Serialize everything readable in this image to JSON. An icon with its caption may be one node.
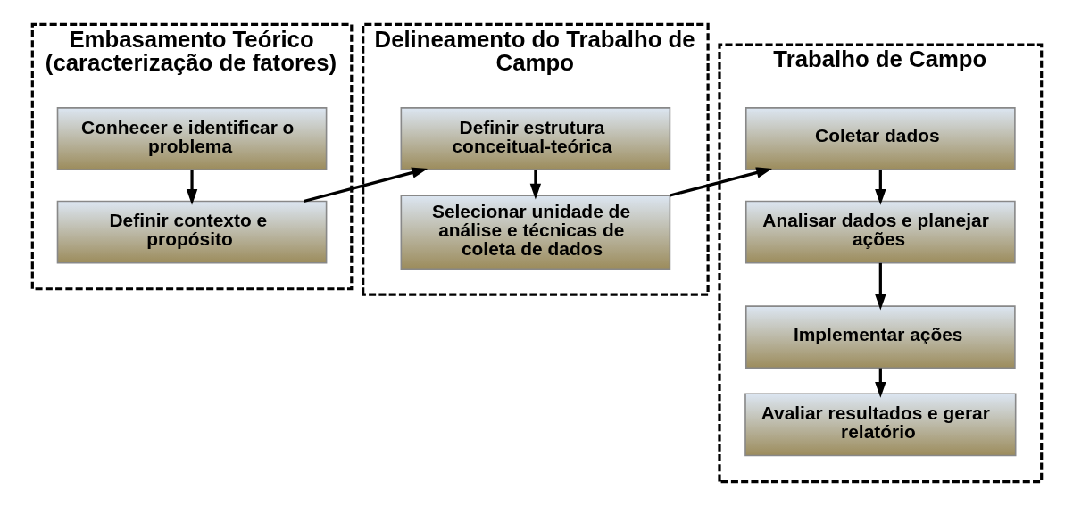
{
  "diagram": {
    "nodes": [
      {
        "text": [
          "Embasamento Teórico (caracterização de fatores)"
        ]
      },
      {
        "text": [
          "Conhecer e identificar o problema"
        ],
        "in": 0
      },
      {
        "text": [
          "Definir contexto e propósito"
        ],
        "in": 0
      },
      {
        "text": [
          "Delineamento do Trabalho de Campo"
        ]
      },
      {
        "text": [
          "Definir estrutura conceitual-teórica"
        ],
        "in": 3
      },
      {
        "text": [
          "Selecionar unidade de análise e técnicas de coleta de dados"
        ],
        "in": 3
      },
      {
        "text": [
          "Trabalho de Campo"
        ]
      },
      {
        "text": [
          "Coletar dados"
        ],
        "in": 6
      },
      {
        "text": [
          "Analisar dados e planejar ações"
        ],
        "in": 6
      },
      {
        "text": [
          "Implementar ações"
        ],
        "in": 6
      },
      {
        "text": [
          "Avaliar resultados e gerar relatório"
        ],
        "in": 6
      }
    ],
    "edges": [
      {
        "from": 1,
        "to": 2,
        "arrow": "to"
      },
      {
        "from": 2,
        "to": 4,
        "arrow": "to"
      },
      {
        "from": 4,
        "to": 5,
        "arrow": "to"
      },
      {
        "from": 5,
        "to": 7,
        "arrow": "to"
      },
      {
        "from": 7,
        "to": 8,
        "arrow": "to"
      },
      {
        "from": 8,
        "to": 9,
        "arrow": "to"
      },
      {
        "from": 9,
        "to": 10,
        "arrow": "to"
      }
    ]
  }
}
